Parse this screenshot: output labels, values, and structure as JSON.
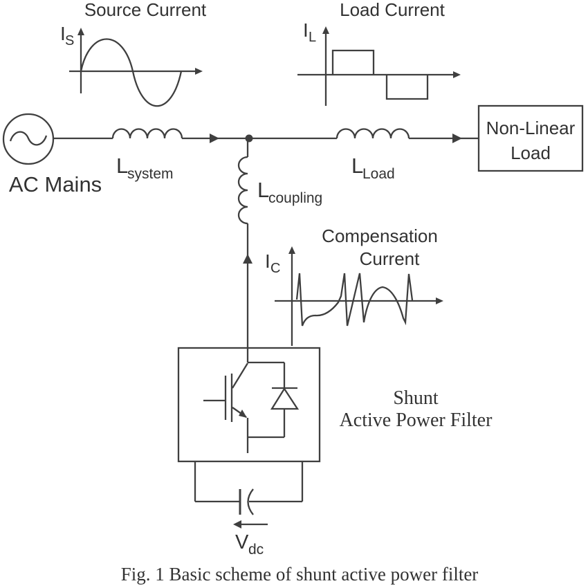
{
  "colors": {
    "line": "#3f3f3f",
    "text": "#323232",
    "background": "#ffffff"
  },
  "plots": {
    "source": {
      "title": "Source Current",
      "axis_symbol": "I",
      "axis_subscript": "S"
    },
    "load": {
      "title": "Load Current",
      "axis_symbol": "I",
      "axis_subscript": "L"
    },
    "compensation": {
      "title_line1": "Compensation",
      "title_line2": "Current",
      "axis_symbol": "I",
      "axis_subscript": "C"
    }
  },
  "circuit": {
    "ac_mains_label": "AC Mains",
    "inductor_system": {
      "symbol": "L",
      "subscript": "system"
    },
    "inductor_load": {
      "symbol": "L",
      "subscript": "Load"
    },
    "inductor_coupling": {
      "symbol": "L",
      "subscript": "coupling"
    },
    "nonlinear_load": {
      "line1": "Non-Linear",
      "line2": "Load"
    },
    "filter_label": {
      "line1": "Shunt",
      "line2": "Active Power Filter"
    },
    "dc_voltage": {
      "symbol": "V",
      "subscript": "dc"
    }
  },
  "caption": "Fig. 1 Basic scheme of shunt active power filter"
}
